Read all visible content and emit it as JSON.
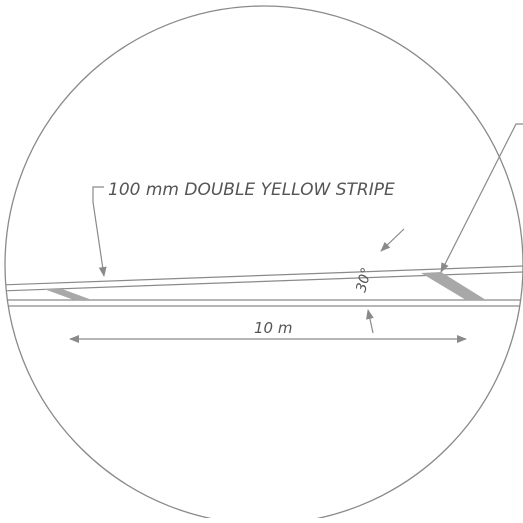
{
  "labels": {
    "stripe_callout": "100 mm DOUBLE YELLOW STRIPE",
    "dimension_length": "10 m",
    "angle": "30°"
  },
  "colors": {
    "line": "#8a8a8a",
    "fill_mark": "#a8a8a8",
    "text": "#555555",
    "background": "#ffffff"
  }
}
